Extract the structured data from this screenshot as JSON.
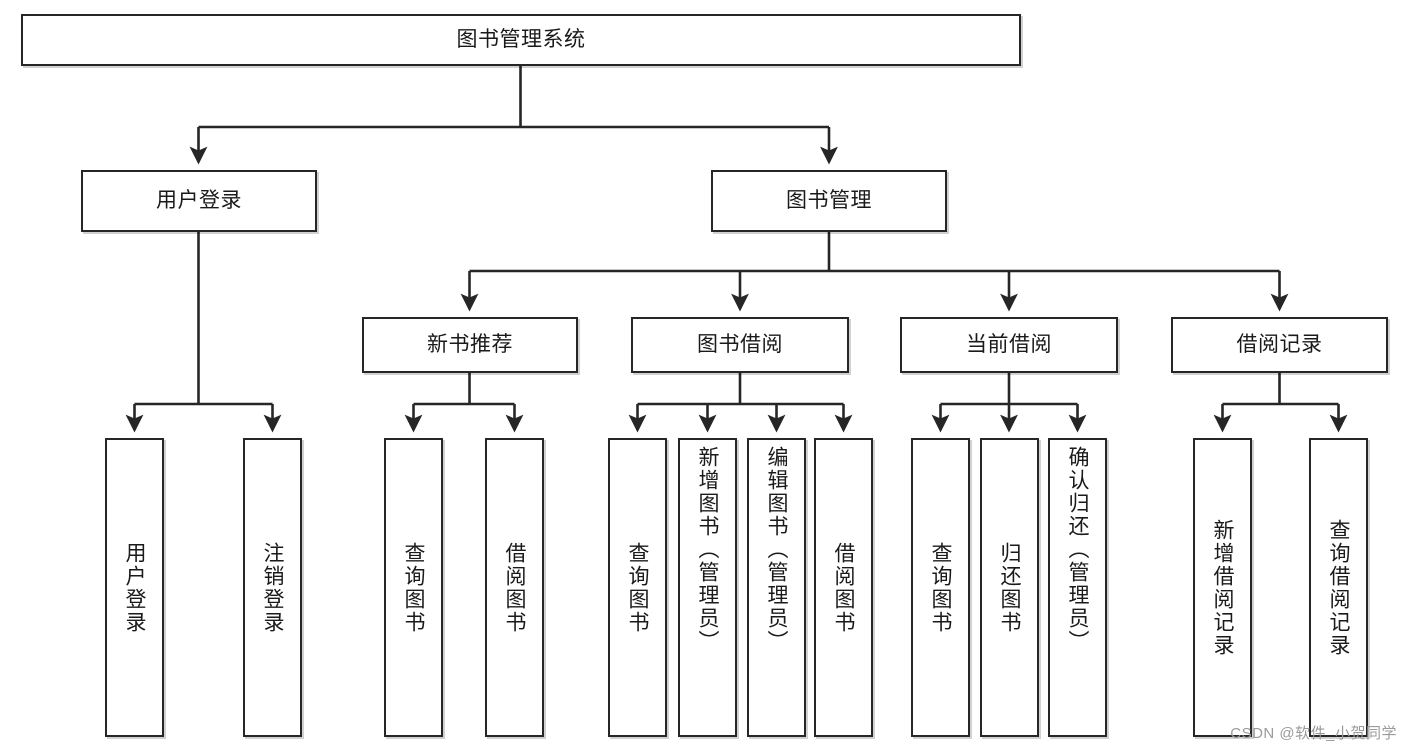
{
  "diagram": {
    "type": "tree-hierarchy",
    "title": "图书管理系统",
    "watermark": "CSDN @软件_小贺同学",
    "colors": {
      "box_border": "#262626",
      "box_fill": "#ffffff",
      "edge": "#262626",
      "text": "#1a1a1a",
      "watermark": "#9a9a9a"
    },
    "nodes": {
      "root": {
        "label": "图书管理系统"
      },
      "level2": [
        {
          "id": "user-login",
          "label": "用户登录"
        },
        {
          "id": "book-management",
          "label": "图书管理"
        }
      ],
      "level3": [
        {
          "id": "new-book-recommend",
          "label": "新书推荐"
        },
        {
          "id": "book-borrow",
          "label": "图书借阅"
        },
        {
          "id": "current-borrow",
          "label": "当前借阅"
        },
        {
          "id": "borrow-record",
          "label": "借阅记录"
        }
      ],
      "leaves": {
        "user-login": [
          {
            "id": "leaf-user-login",
            "label": "用户登录"
          },
          {
            "id": "leaf-logout-login",
            "label": "注销登录"
          }
        ],
        "new-book-recommend": [
          {
            "id": "leaf-query-book-1",
            "label": "查询图书"
          },
          {
            "id": "leaf-borrow-book-1",
            "label": "借阅图书"
          }
        ],
        "book-borrow": [
          {
            "id": "leaf-query-book-2",
            "label": "查询图书"
          },
          {
            "id": "leaf-add-book-admin",
            "label": "新增图书（管理员）"
          },
          {
            "id": "leaf-edit-book-admin",
            "label": "编辑图书（管理员）"
          },
          {
            "id": "leaf-borrow-book-2",
            "label": "借阅图书"
          }
        ],
        "current-borrow": [
          {
            "id": "leaf-query-book-3",
            "label": "查询图书"
          },
          {
            "id": "leaf-return-book",
            "label": "归还图书"
          },
          {
            "id": "leaf-confirm-return-admin",
            "label": "确认归还（管理员）"
          }
        ],
        "borrow-record": [
          {
            "id": "leaf-add-borrow-record",
            "label": "新增借阅记录"
          },
          {
            "id": "leaf-query-borrow-record",
            "label": "查询借阅记录"
          }
        ]
      }
    }
  }
}
